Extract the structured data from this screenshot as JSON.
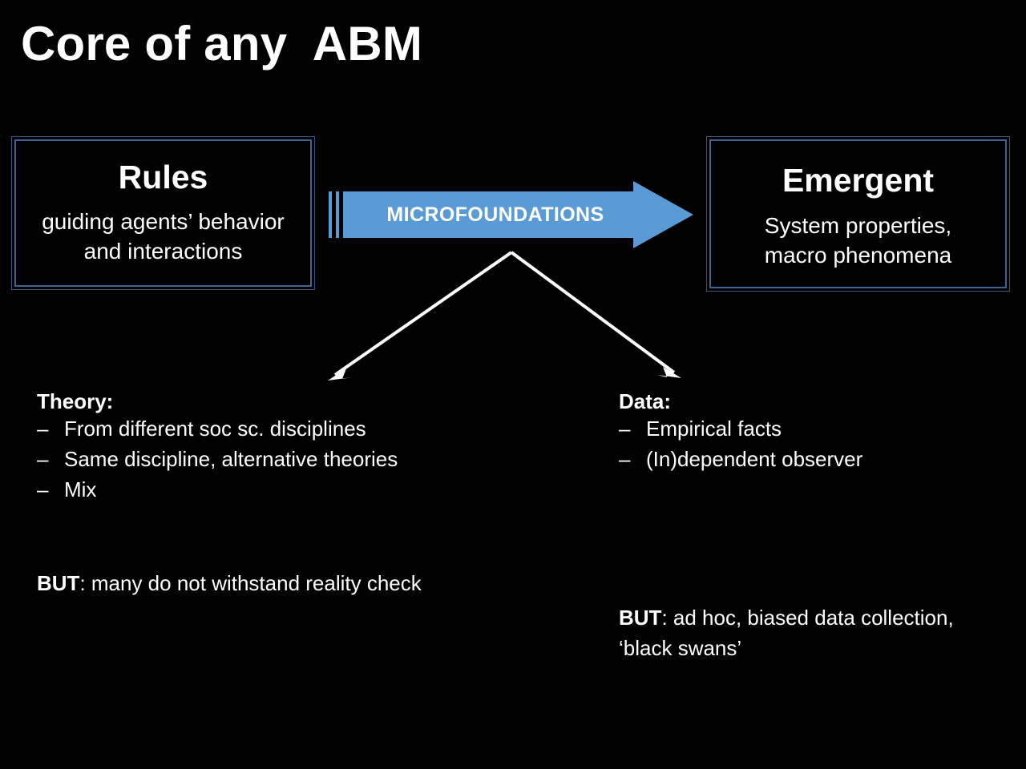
{
  "slide": {
    "title": "Core of any  ABM",
    "background_color": "#000000",
    "text_color": "#ffffff",
    "accent_color": "#5b9bd5",
    "box_border_color": "#3f6490"
  },
  "boxes": {
    "left": {
      "heading": "Rules",
      "subtext": "guiding agents’ behavior\nand interactions"
    },
    "right": {
      "heading": "Emergent",
      "subtext": "System properties,\nmacro phenomena"
    }
  },
  "arrow": {
    "label": "MICROFOUNDATIONS",
    "color": "#5b9bd5",
    "direction": "right"
  },
  "branch_arrows": {
    "color": "#ffffff",
    "left_target": "Theory",
    "right_target": "Data"
  },
  "columns": {
    "theory": {
      "heading": "Theory:",
      "dash": "–",
      "items": [
        "From different soc sc. disciplines",
        "Same discipline, alternative theories",
        "Mix"
      ],
      "note_label": "BUT",
      "note_text": ": many do not withstand reality check"
    },
    "data": {
      "heading": "Data:",
      "dash": "–",
      "items": [
        "Empirical facts",
        "(In)dependent observer"
      ],
      "note_label": "BUT",
      "note_text": ": ad hoc, biased data collection, ‘black swans’"
    }
  }
}
